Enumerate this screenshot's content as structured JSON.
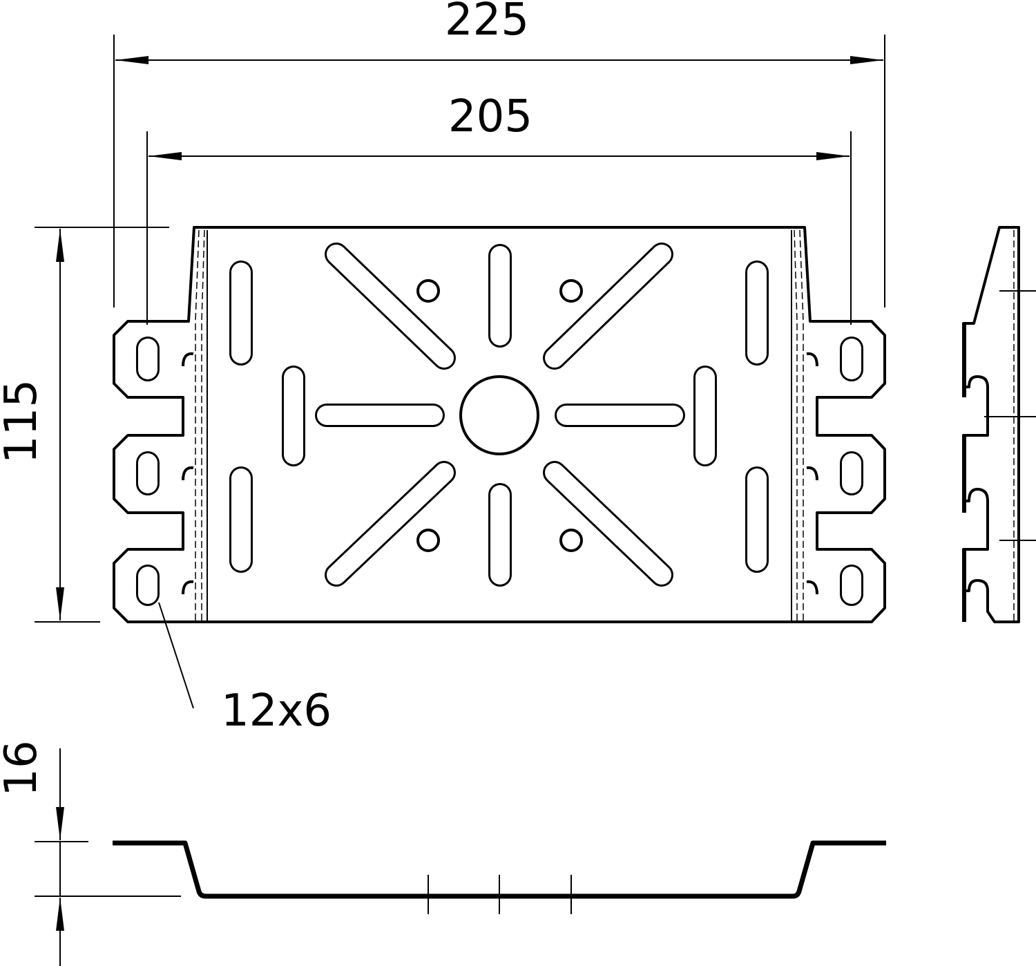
{
  "dimensions": {
    "overall_width": "225",
    "hole_spacing": "205",
    "height": "115",
    "slot_size": "12x6",
    "depth": "16"
  },
  "colors": {
    "line": "#000000",
    "background": "#ffffff"
  }
}
